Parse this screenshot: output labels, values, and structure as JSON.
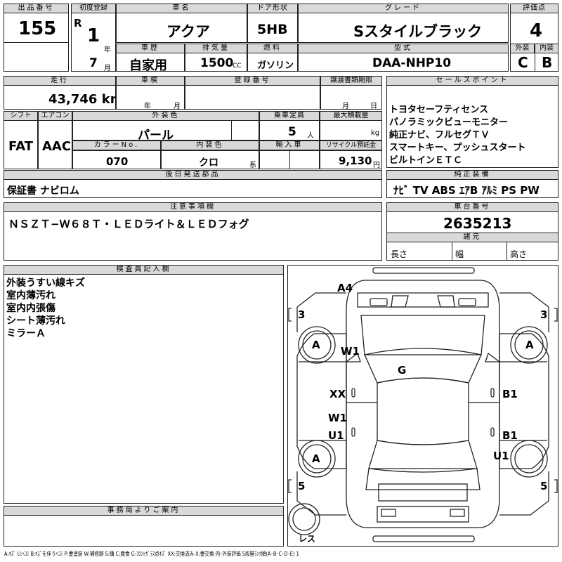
{
  "lot": {
    "label": "出品番号",
    "value": "155"
  },
  "first_reg": {
    "label": "初度登録",
    "era": "R",
    "year": "1",
    "year_unit": "年",
    "month": "7",
    "month_unit": "月"
  },
  "car_name": {
    "label": "車名",
    "value": "アクア"
  },
  "door": {
    "label": "ドア形状",
    "value": "5HB"
  },
  "grade": {
    "label": "グレード",
    "value": "Sスタイルブラック"
  },
  "score": {
    "label": "評価点",
    "value": "4",
    "ext_label": "外装",
    "int_label": "内装",
    "ext": "C",
    "int": "B"
  },
  "history": {
    "label": "車歴",
    "value": "自家用"
  },
  "displacement": {
    "label": "排気量",
    "value": "1500",
    "unit": "CC"
  },
  "fuel": {
    "label": "燃料",
    "value": "ガソリン"
  },
  "model": {
    "label": "型式",
    "value": "DAA-NHP10"
  },
  "mileage": {
    "label": "走行",
    "value": "43,746 km"
  },
  "inspection": {
    "label": "車検",
    "year_unit": "年",
    "month_unit": "月"
  },
  "reg_no": {
    "label": "登録番号"
  },
  "transfer": {
    "label": "譲渡書類期限",
    "month_unit": "月",
    "day_unit": "日"
  },
  "sales_points": {
    "label": "セールスポイント",
    "items": [
      "トヨタセーフティセンス",
      "パノラミックビューモニター",
      "純正ナビ、フルセグＴＶ",
      "スマートキー、プッシュスタート",
      "ビルトインＥＴＣ"
    ]
  },
  "shift": {
    "label": "シフト",
    "value": "FAT"
  },
  "ac": {
    "label": "エアコン",
    "value": "AAC"
  },
  "ext_color": {
    "label": "外装色",
    "value": "パール"
  },
  "capacity": {
    "label": "乗車定員",
    "value": "5",
    "unit": "人"
  },
  "max_load": {
    "label": "最大積載量",
    "unit": "kg"
  },
  "color_no": {
    "label": "カラーNo.",
    "value": "070"
  },
  "int_color": {
    "label": "内装色",
    "value": "クロ",
    "unit": "系"
  },
  "import": {
    "label": "輸入車"
  },
  "recycle": {
    "label": "リサイクル預託金",
    "value": "9,130",
    "unit": "円"
  },
  "later_parts": {
    "label": "後日発送部品",
    "value": "保証書 ナビロム"
  },
  "genuine": {
    "label": "純正装備",
    "value": "ﾅﾋﾞ TV ABS ｴｱB ｱﾙﾐ PS PW"
  },
  "notes": {
    "label": "注意事項欄",
    "value": "ＮＳＺＴ−Ｗ６８Ｔ・ＬＥＤライト＆ＬＥＤフォグ"
  },
  "chassis": {
    "label": "車台番号",
    "value": "2635213"
  },
  "dims": {
    "label": "諸元",
    "length": "長さ",
    "width": "幅",
    "height": "高さ"
  },
  "inspector": {
    "label": "検査員記入欄",
    "items": [
      "外装うすい線キズ",
      "室内薄汚れ",
      "室内内張傷",
      "シート薄汚れ",
      "ミラーＡ"
    ]
  },
  "office": {
    "label": "事務局よりご案内"
  },
  "diagram": {
    "a4": "A4",
    "w1_top": "W1",
    "g": "G",
    "xx": "XX",
    "b1_top": "B1",
    "w1_mid": "W1",
    "u1_left": "U1",
    "b1_bot": "B1",
    "u1_right": "U1",
    "tire_fl": "A",
    "tire_fr": "A",
    "tire_rl": "A",
    "tread_fl": "3",
    "tread_fr": "3",
    "tread_rl": "5",
    "tread_rr": "5",
    "spare": "レス"
  },
  "legend": "A:ｷｽﾞ U:ﾍｺﾐ B:ｷｽﾞを伴うﾍｺﾐ P:要塗装 W:補修跡 S:錆 C:腐食 G:ﾌﾛﾝﾄｶﾞﾗｽ点ｷｽﾞ XX:交換済み X:要交換 内･外装評価 5段階ﾗﾝｸ順(A･B･C･D･E) 1"
}
